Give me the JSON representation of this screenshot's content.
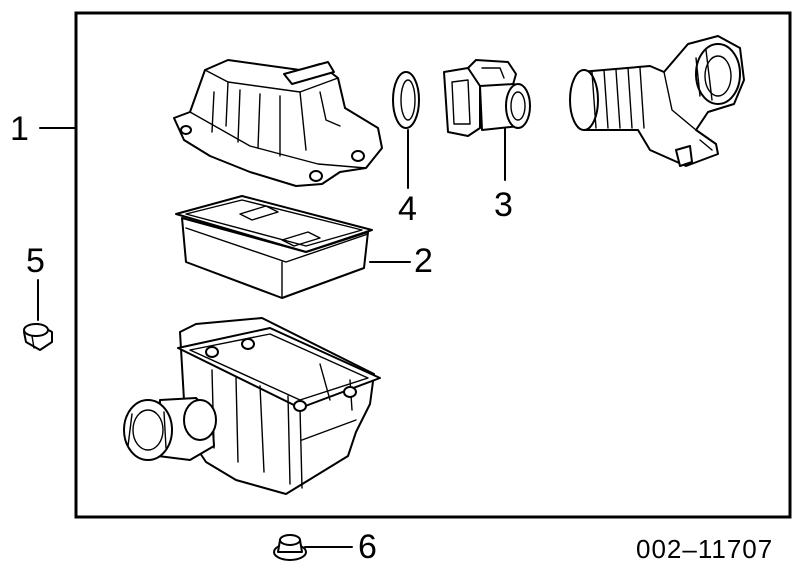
{
  "diagram": {
    "reference_number": "002–11707",
    "callouts": [
      {
        "id": "1",
        "label": "1"
      },
      {
        "id": "2",
        "label": "2"
      },
      {
        "id": "3",
        "label": "3"
      },
      {
        "id": "4",
        "label": "4"
      },
      {
        "id": "5",
        "label": "5"
      },
      {
        "id": "6",
        "label": "6"
      }
    ]
  }
}
